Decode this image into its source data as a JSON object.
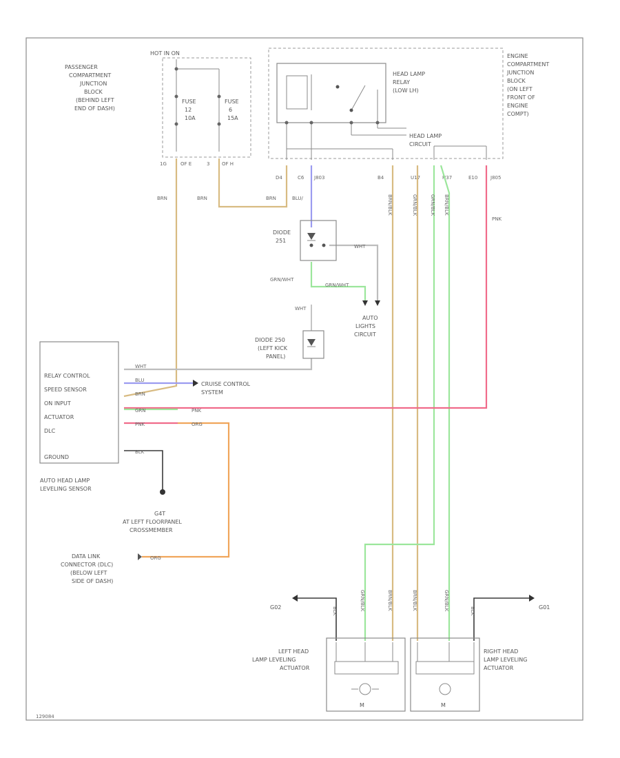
{
  "colors": {
    "brn": "#d8bb82",
    "blu": "#9b9bf0",
    "grn": "#9be69b",
    "pnk": "#f06a8a",
    "org": "#f0a55a",
    "wht": "#bdbdbd",
    "blk": "#3a3a3a",
    "frame": "#8a8a8a"
  },
  "labels": {
    "hot_at_all_times": "HOT IN ON",
    "pass_junction_block": [
      "PASSENGER",
      "COMPARTMENT",
      "JUNCTION",
      "BLOCK",
      "(BEHIND LEFT",
      "END OF DASH)"
    ],
    "fuse_a": [
      "FUSE",
      "12",
      "10A"
    ],
    "fuse_b": [
      "FUSE",
      "6",
      "15A"
    ],
    "eng_junction_block": [
      "ENGINE",
      "COMPARTMENT",
      "JUNCTION",
      "BLOCK",
      "(ON LEFT",
      "FRONT OF",
      "ENGINE",
      "COMPT)"
    ],
    "headlamp_relay": [
      "HEAD LAMP",
      "RELAY",
      "(LOW LH)"
    ],
    "headlamp_circuit": [
      "HEAD LAMP",
      "CIRCUIT"
    ],
    "diode_251": [
      "DIODE",
      "251"
    ],
    "diode_250": [
      "DIODE 250",
      "(LEFT KICK",
      "PANEL)"
    ],
    "auto_lights_circuit": [
      "AUTO",
      "LIGHTS",
      "CIRCUIT"
    ],
    "cruise_control": [
      "CRUISE CONTROL",
      "SYSTEM"
    ],
    "sensor_name": [
      "AUTO HEAD LAMP",
      "LEVELING SENSOR"
    ],
    "sensor_pins": [
      "RELAY CONTROL",
      "SPEED SENSOR",
      "ON INPUT",
      "ACTUATOR",
      "DLC",
      "GROUND"
    ],
    "ground_g": [
      "G4T",
      "AT LEFT FLOORPANEL",
      "CROSSMEMBER"
    ],
    "dlc": [
      "DATA LINK",
      "CONNECTOR (DLC)",
      "(BELOW LEFT",
      "SIDE OF DASH)"
    ],
    "left_actuator": [
      "LEFT HEAD",
      "LAMP LEVELING",
      "ACTUATOR"
    ],
    "right_actuator": [
      "RIGHT HEAD",
      "LAMP LEVELING",
      "ACTUATOR"
    ],
    "motor": "M",
    "ground_left": "G02",
    "ground_right": "G01",
    "footer_code": "129084"
  },
  "connectors": [
    "1G",
    "OF E",
    "3",
    "OF H",
    "D4",
    "C6",
    "J803",
    "B4",
    "U17",
    "H37",
    "E10",
    "J805"
  ],
  "wire_labels": [
    "BRN",
    "BRN",
    "BRN",
    "BLU/",
    "GRN/WHT",
    "WHT",
    "GRN/WHT",
    "WHT",
    "BLK",
    "BLU",
    "BRN",
    "GRN",
    "PNK",
    "PNK",
    "ORG",
    "ORG",
    "BLK",
    "BRN/BLK",
    "GRN/BLK",
    "GRN/BLK",
    "BRN/BLK",
    "PNK",
    "BLK",
    "BLK",
    "GRN/BLK",
    "BRN/BLK",
    "BRN/BLK",
    "GRN/BLK",
    "WHT"
  ]
}
